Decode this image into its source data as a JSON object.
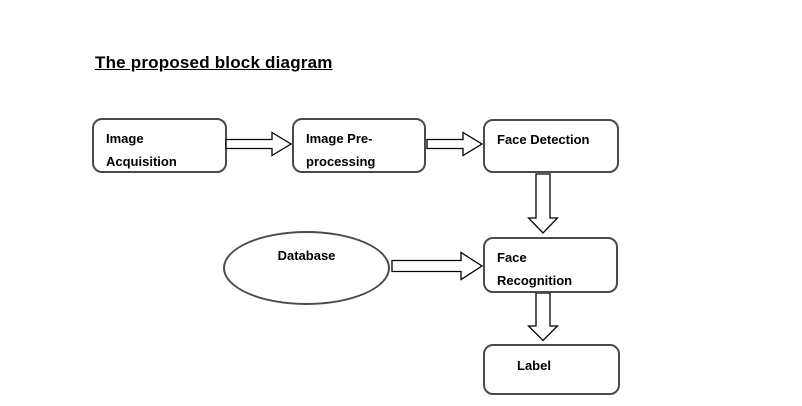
{
  "title": "The proposed block diagram",
  "colors": {
    "background": "#ffffff",
    "box_border": "#4a4a4a",
    "arrow_outline": "#000000",
    "text": "#000000"
  },
  "nodes": {
    "image_acquisition": {
      "lines": [
        "Image",
        "Acquisition"
      ]
    },
    "image_preprocessing": {
      "lines": [
        "Image Pre-",
        "processing"
      ]
    },
    "face_detection": {
      "lines": [
        "Face Detection"
      ]
    },
    "database": {
      "lines": [
        "Database"
      ]
    },
    "face_recognition": {
      "lines": [
        "Face",
        "Recognition"
      ]
    },
    "label": {
      "lines": [
        "Label"
      ]
    }
  },
  "connections": [
    {
      "from": "image_acquisition",
      "to": "image_preprocessing",
      "direction": "right"
    },
    {
      "from": "image_preprocessing",
      "to": "face_detection",
      "direction": "right"
    },
    {
      "from": "face_detection",
      "to": "face_recognition",
      "direction": "down"
    },
    {
      "from": "database",
      "to": "face_recognition",
      "direction": "right"
    },
    {
      "from": "face_recognition",
      "to": "label",
      "direction": "down"
    }
  ]
}
